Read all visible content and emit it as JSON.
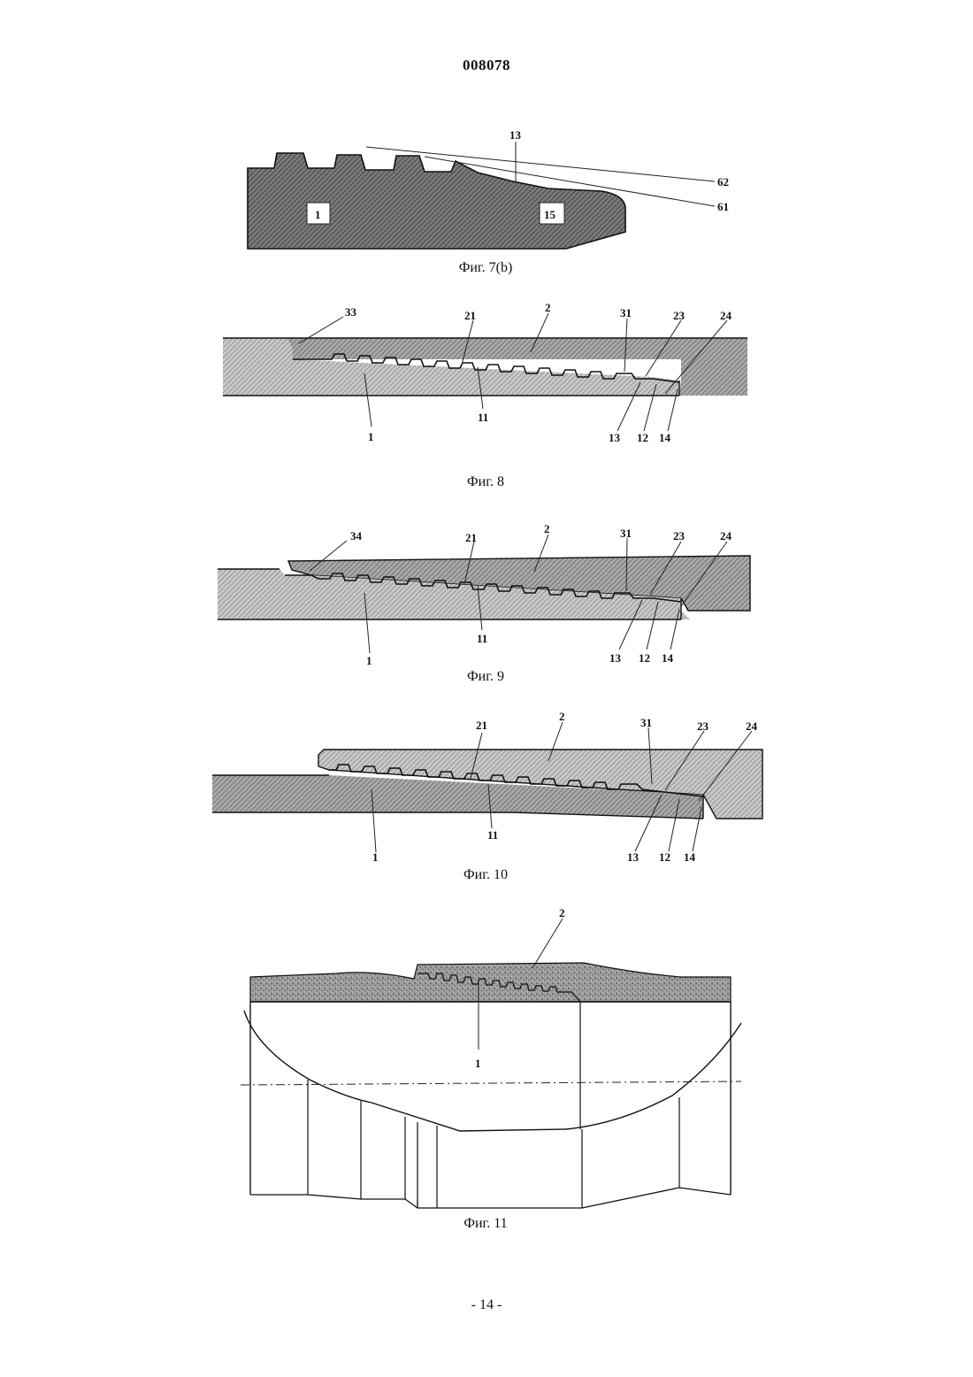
{
  "header": {
    "doc_number": "008078"
  },
  "footer": {
    "page_number": "- 14 -"
  },
  "figures": {
    "fig7b": {
      "caption": "Фиг. 7(b)",
      "labels": {
        "l13": "13",
        "l62": "62",
        "l61": "61",
        "l1": "1",
        "l15": "15"
      }
    },
    "fig8": {
      "caption": "Фиг. 8",
      "labels": {
        "l33": "33",
        "l21": "21",
        "l2": "2",
        "l31": "31",
        "l23": "23",
        "l24": "24",
        "l1": "1",
        "l11": "11",
        "l13": "13",
        "l12": "12",
        "l14": "14"
      }
    },
    "fig9": {
      "caption": "Фиг. 9",
      "labels": {
        "l34": "34",
        "l21": "21",
        "l2": "2",
        "l31": "31",
        "l23": "23",
        "l24": "24",
        "l1": "1",
        "l11": "11",
        "l13": "13",
        "l12": "12",
        "l14": "14"
      }
    },
    "fig10": {
      "caption": "Фиг. 10",
      "labels": {
        "l21": "21",
        "l2": "2",
        "l31": "31",
        "l23": "23",
        "l24": "24",
        "l1": "1",
        "l11": "11",
        "l13": "13",
        "l12": "12",
        "l14": "14"
      }
    },
    "fig11": {
      "caption": "Фиг. 11",
      "labels": {
        "l2": "2",
        "l1": "1"
      }
    }
  }
}
